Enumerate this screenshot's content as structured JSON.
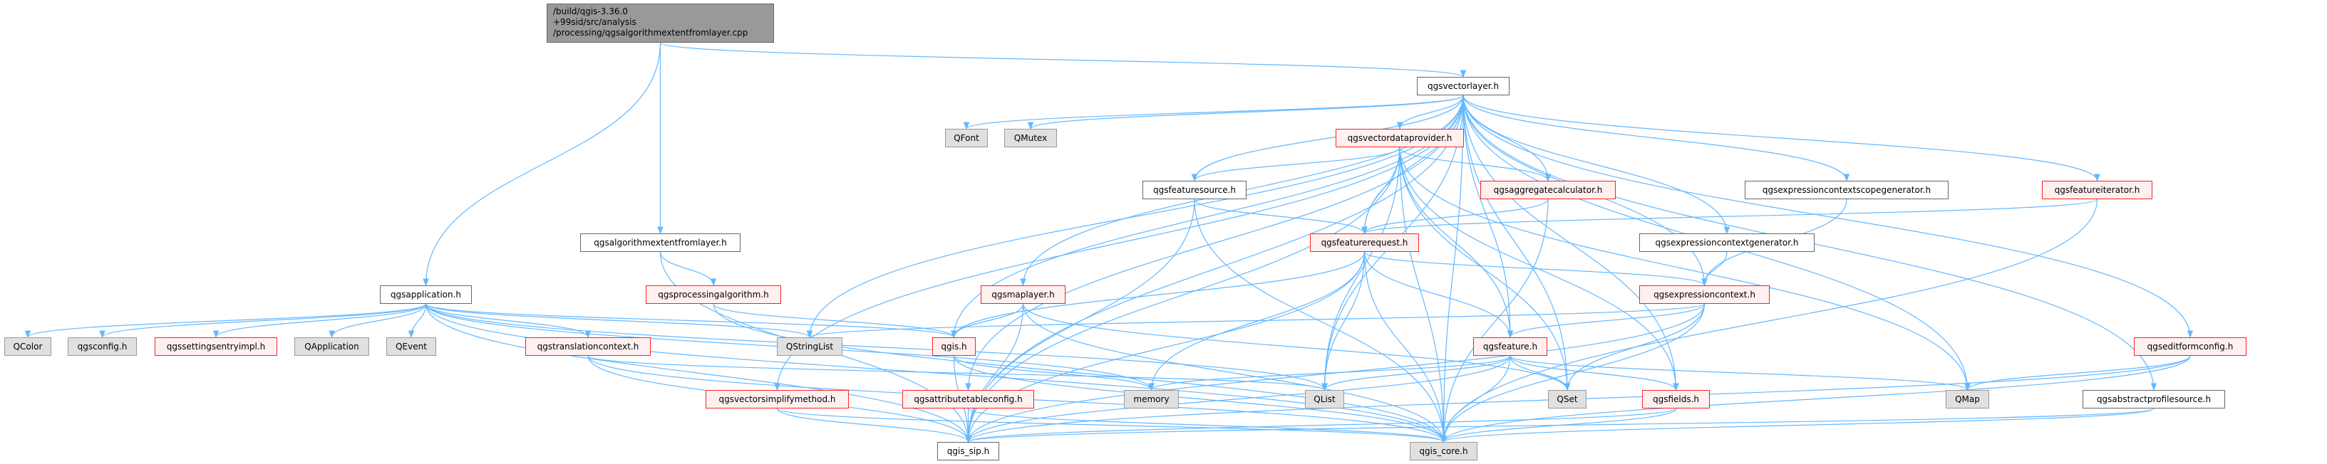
{
  "root": {
    "lines": [
      "/build/qgis-3.36.0",
      "+99sid/src/analysis",
      "/processing/qgsalgorithmextentfromlayer.cpp"
    ]
  },
  "nodes": {
    "algext": "qgsalgorithmextentfromlayer.h",
    "app": "qgsapplication.h",
    "procalg": "qgsprocessingalgorithm.h",
    "qcolor": "QColor",
    "config": "qgsconfig.h",
    "settings": "qgssettingsentryimpl.h",
    "qapplication": "QApplication",
    "qevent": "QEvent",
    "translation": "qgstranslationcontext.h",
    "vsimplify": "qgsvectorsimplifymethod.h",
    "vectorlayer": "qgsvectorlayer.h",
    "qfont": "QFont",
    "qmutex": "QMutex",
    "vdp": "qgsvectordataprovider.h",
    "featuresource": "qgsfeaturesource.h",
    "aggcalc": "qgsaggregatecalculator.h",
    "featurerequest": "qgsfeaturerequest.h",
    "maplayer": "qgsmaplayer.h",
    "qstringlist": "QStringList",
    "qgis": "qgis.h",
    "feature": "qgsfeature.h",
    "memory": "memory",
    "qlist": "QList",
    "qset": "QSet",
    "attrtable": "qgsattributetableconfig.h",
    "sip": "qgis_sip.h",
    "core": "qgis_core.h",
    "scopegen": "qgsexpressioncontextscopegenerator.h",
    "featureiterator": "qgsfeatureiterator.h",
    "exprgen": "qgsexpressioncontextgenerator.h",
    "exprcontext": "qgsexpressioncontext.h",
    "editform": "qgseditformconfig.h",
    "fields": "qgsfields.h",
    "qmap": "QMap",
    "absprofile": "qgsabstractprofilesource.h"
  },
  "colors": {
    "edge": "#63b8ff",
    "red_border": "#ff2020",
    "root_fill": "#999999"
  },
  "edges": [
    [
      "root",
      "app"
    ],
    [
      "root",
      "algext"
    ],
    [
      "root",
      "vectorlayer"
    ],
    [
      "algext",
      "procalg"
    ],
    [
      "algext",
      "sip"
    ],
    [
      "app",
      "qcolor"
    ],
    [
      "app",
      "config"
    ],
    [
      "app",
      "settings"
    ],
    [
      "app",
      "qapplication"
    ],
    [
      "app",
      "qevent"
    ],
    [
      "app",
      "translation"
    ],
    [
      "app",
      "qstringlist"
    ],
    [
      "app",
      "sip"
    ],
    [
      "app",
      "core"
    ],
    [
      "app",
      "memory"
    ],
    [
      "app",
      "qlist"
    ],
    [
      "app",
      "qgis"
    ],
    [
      "procalg",
      "qgis"
    ],
    [
      "procalg",
      "core"
    ],
    [
      "translation",
      "sip"
    ],
    [
      "translation",
      "core"
    ],
    [
      "translation",
      "qlist"
    ],
    [
      "vectorlayer",
      "qfont"
    ],
    [
      "vectorlayer",
      "qmutex"
    ],
    [
      "vectorlayer",
      "vdp"
    ],
    [
      "vectorlayer",
      "featuresource"
    ],
    [
      "vectorlayer",
      "aggcalc"
    ],
    [
      "vectorlayer",
      "featurerequest"
    ],
    [
      "vectorlayer",
      "maplayer"
    ],
    [
      "vectorlayer",
      "qstringlist"
    ],
    [
      "vectorlayer",
      "qgis"
    ],
    [
      "vectorlayer",
      "vsimplify"
    ],
    [
      "vectorlayer",
      "attrtable"
    ],
    [
      "vectorlayer",
      "qlist"
    ],
    [
      "vectorlayer",
      "qset"
    ],
    [
      "vectorlayer",
      "scopegen"
    ],
    [
      "vectorlayer",
      "exprgen"
    ],
    [
      "vectorlayer",
      "exprcontext"
    ],
    [
      "vectorlayer",
      "featureiterator"
    ],
    [
      "vectorlayer",
      "editform"
    ],
    [
      "vectorlayer",
      "fields"
    ],
    [
      "vectorlayer",
      "qmap"
    ],
    [
      "vectorlayer",
      "absprofile"
    ],
    [
      "vectorlayer",
      "core"
    ],
    [
      "vectorlayer",
      "sip"
    ],
    [
      "vectorlayer",
      "feature"
    ],
    [
      "vdp",
      "featuresource"
    ],
    [
      "vdp",
      "aggcalc"
    ],
    [
      "vdp",
      "featurerequest"
    ],
    [
      "vdp",
      "feature"
    ],
    [
      "vdp",
      "qlist"
    ],
    [
      "vdp",
      "qset"
    ],
    [
      "vdp",
      "core"
    ],
    [
      "vdp",
      "sip"
    ],
    [
      "vdp",
      "qmap"
    ],
    [
      "vdp",
      "fields"
    ],
    [
      "featuresource",
      "featurerequest"
    ],
    [
      "featuresource",
      "sip"
    ],
    [
      "featuresource",
      "core"
    ],
    [
      "aggcalc",
      "featurerequest"
    ],
    [
      "aggcalc",
      "core"
    ],
    [
      "featurerequest",
      "qgis"
    ],
    [
      "featurerequest",
      "exprcontext"
    ],
    [
      "featurerequest",
      "feature"
    ],
    [
      "featurerequest",
      "memory"
    ],
    [
      "featurerequest",
      "qlist"
    ],
    [
      "featurerequest",
      "core"
    ],
    [
      "featurerequest",
      "sip"
    ],
    [
      "maplayer",
      "qgis"
    ],
    [
      "maplayer",
      "sip"
    ],
    [
      "maplayer",
      "core"
    ],
    [
      "maplayer",
      "qset"
    ],
    [
      "qgis",
      "memory"
    ],
    [
      "qgis",
      "sip"
    ],
    [
      "qgis",
      "core"
    ],
    [
      "scopegen",
      "exprcontext"
    ],
    [
      "exprgen",
      "exprcontext"
    ],
    [
      "featureiterator",
      "featurerequest"
    ],
    [
      "featureiterator",
      "core"
    ],
    [
      "exprcontext",
      "qstringlist"
    ],
    [
      "exprcontext",
      "feature"
    ],
    [
      "exprcontext",
      "qset"
    ],
    [
      "exprcontext",
      "core"
    ],
    [
      "exprcontext",
      "sip"
    ],
    [
      "feature",
      "memory"
    ],
    [
      "feature",
      "qlist"
    ],
    [
      "feature",
      "qset"
    ],
    [
      "feature",
      "qmap"
    ],
    [
      "feature",
      "fields"
    ],
    [
      "feature",
      "core"
    ],
    [
      "feature",
      "sip"
    ],
    [
      "fields",
      "core"
    ],
    [
      "fields",
      "sip"
    ],
    [
      "editform",
      "qmap"
    ],
    [
      "editform",
      "core"
    ],
    [
      "editform",
      "sip"
    ],
    [
      "absprofile",
      "core"
    ],
    [
      "absprofile",
      "sip"
    ],
    [
      "vsimplify",
      "sip"
    ],
    [
      "vsimplify",
      "core"
    ],
    [
      "attrtable",
      "sip"
    ],
    [
      "attrtable",
      "core"
    ]
  ]
}
